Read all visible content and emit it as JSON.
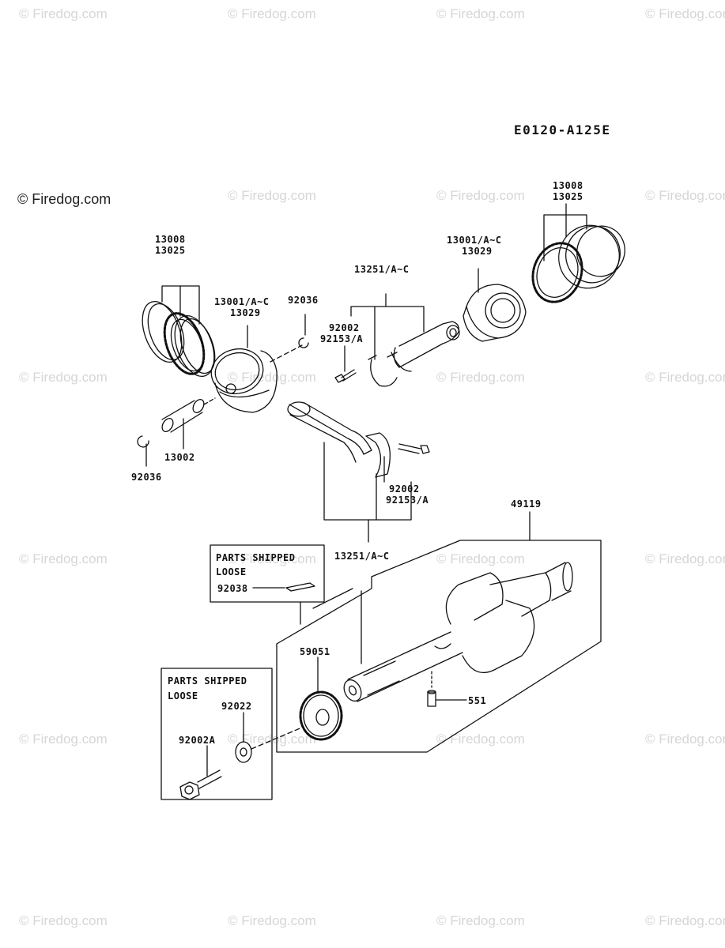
{
  "diagram_code": "E0120-A125E",
  "watermark": "© Firedog.com",
  "boxes": {
    "loose_top": {
      "line1": "PARTS SHIPPED",
      "line2": "LOOSE"
    },
    "loose_bottom": {
      "line1": "PARTS SHIPPED",
      "line2": "LOOSE"
    }
  },
  "parts": {
    "ring_left_a": "13008",
    "ring_left_b": "13025",
    "ring_right_a": "13008",
    "ring_right_b": "13025",
    "piston_left_a": "13001/A~C",
    "piston_left_b": "13029",
    "piston_right_a": "13001/A~C",
    "piston_right_b": "13029",
    "clip_top": "92036",
    "clip_bottom": "92036",
    "pin": "13002",
    "rod_top": "13251/A~C",
    "rod_bottom": "13251/A~C",
    "bolt_top_a": "92002",
    "bolt_top_b": "92153/A",
    "bolt_bottom_a": "92002",
    "bolt_bottom_b": "92153/A",
    "crankshaft": "49119",
    "key": "92038",
    "gear": "59051",
    "washer": "92022",
    "bolt_gear": "92002A",
    "dowel": "551"
  }
}
